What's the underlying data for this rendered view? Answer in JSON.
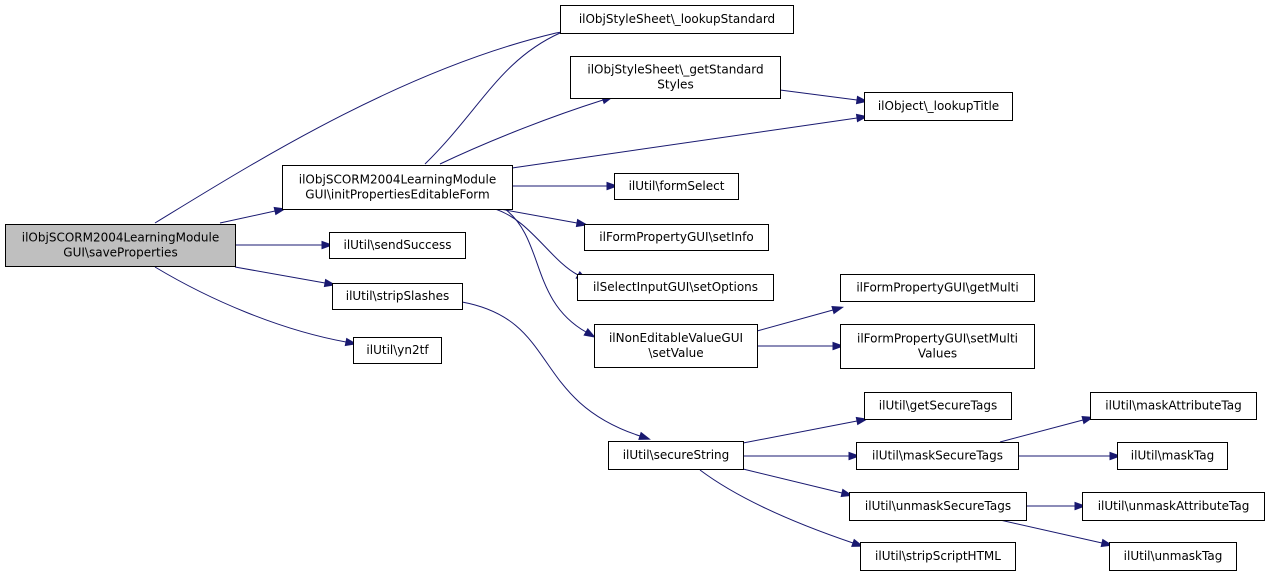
{
  "colors": {
    "edge": "#191970",
    "node_fill": "#ffffff",
    "root_fill": "#bfbfbf",
    "border": "#000000"
  },
  "nodes": [
    {
      "id": "root",
      "lines": [
        "ilObjSCORM2004LearningModule",
        "GUI\\saveProperties"
      ],
      "root": true
    },
    {
      "id": "initProps",
      "lines": [
        "ilObjSCORM2004LearningModule",
        "GUI\\initPropertiesEditableForm"
      ]
    },
    {
      "id": "lookupStandard",
      "lines": [
        "ilObjStyleSheet\\_lookupStandard"
      ]
    },
    {
      "id": "getStandardStyles",
      "lines": [
        "ilObjStyleSheet\\_getStandard",
        "Styles"
      ]
    },
    {
      "id": "lookupTitle",
      "lines": [
        "ilObject\\_lookupTitle"
      ]
    },
    {
      "id": "formSelect",
      "lines": [
        "ilUtil\\formSelect"
      ]
    },
    {
      "id": "setInfo",
      "lines": [
        "ilFormPropertyGUI\\setInfo"
      ]
    },
    {
      "id": "setOptions",
      "lines": [
        "ilSelectInputGUI\\setOptions"
      ]
    },
    {
      "id": "setValue",
      "lines": [
        "ilNonEditableValueGUI",
        "\\setValue"
      ]
    },
    {
      "id": "getMulti",
      "lines": [
        "ilFormPropertyGUI\\getMulti"
      ]
    },
    {
      "id": "setMultiValues",
      "lines": [
        "ilFormPropertyGUI\\setMulti",
        "Values"
      ]
    },
    {
      "id": "sendSuccess",
      "lines": [
        "ilUtil\\sendSuccess"
      ]
    },
    {
      "id": "stripSlashes",
      "lines": [
        "ilUtil\\stripSlashes"
      ]
    },
    {
      "id": "yn2tf",
      "lines": [
        "ilUtil\\yn2tf"
      ]
    },
    {
      "id": "secureString",
      "lines": [
        "ilUtil\\secureString"
      ]
    },
    {
      "id": "getSecureTags",
      "lines": [
        "ilUtil\\getSecureTags"
      ]
    },
    {
      "id": "maskSecureTags",
      "lines": [
        "ilUtil\\maskSecureTags"
      ]
    },
    {
      "id": "unmaskSecureTags",
      "lines": [
        "ilUtil\\unmaskSecureTags"
      ]
    },
    {
      "id": "stripScriptHTML",
      "lines": [
        "ilUtil\\stripScriptHTML"
      ]
    },
    {
      "id": "maskAttributeTag",
      "lines": [
        "ilUtil\\maskAttributeTag"
      ]
    },
    {
      "id": "maskTag",
      "lines": [
        "ilUtil\\maskTag"
      ]
    },
    {
      "id": "unmaskAttributeTag",
      "lines": [
        "ilUtil\\unmaskAttributeTag"
      ]
    },
    {
      "id": "unmaskTag",
      "lines": [
        "ilUtil\\unmaskTag"
      ]
    }
  ],
  "edges": [
    {
      "from": "root",
      "to": "lookupStandard"
    },
    {
      "from": "root",
      "to": "initProps"
    },
    {
      "from": "root",
      "to": "sendSuccess"
    },
    {
      "from": "root",
      "to": "stripSlashes"
    },
    {
      "from": "root",
      "to": "yn2tf"
    },
    {
      "from": "initProps",
      "to": "lookupStandard"
    },
    {
      "from": "initProps",
      "to": "getStandardStyles"
    },
    {
      "from": "initProps",
      "to": "lookupTitle"
    },
    {
      "from": "initProps",
      "to": "formSelect"
    },
    {
      "from": "initProps",
      "to": "setInfo"
    },
    {
      "from": "initProps",
      "to": "setOptions"
    },
    {
      "from": "initProps",
      "to": "setValue"
    },
    {
      "from": "getStandardStyles",
      "to": "lookupTitle"
    },
    {
      "from": "setValue",
      "to": "getMulti"
    },
    {
      "from": "setValue",
      "to": "setMultiValues"
    },
    {
      "from": "stripSlashes",
      "to": "secureString"
    },
    {
      "from": "secureString",
      "to": "getSecureTags"
    },
    {
      "from": "secureString",
      "to": "maskSecureTags"
    },
    {
      "from": "secureString",
      "to": "unmaskSecureTags"
    },
    {
      "from": "secureString",
      "to": "stripScriptHTML"
    },
    {
      "from": "maskSecureTags",
      "to": "maskAttributeTag"
    },
    {
      "from": "maskSecureTags",
      "to": "maskTag"
    },
    {
      "from": "unmaskSecureTags",
      "to": "unmaskAttributeTag"
    },
    {
      "from": "unmaskSecureTags",
      "to": "unmaskTag"
    }
  ]
}
